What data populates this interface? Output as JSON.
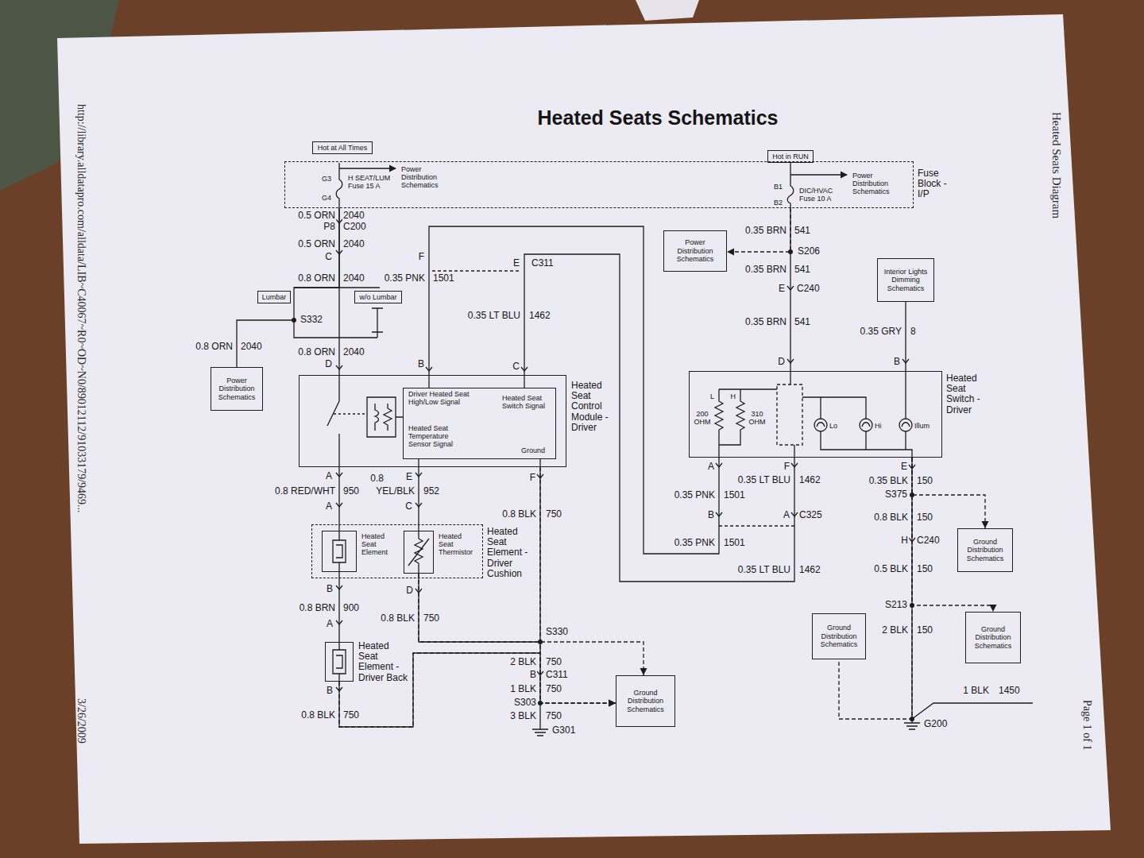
{
  "diagram": {
    "title": "Heated Seats Schematics",
    "nodes": [
      {
        "text": [
          "Hot at All Times"
        ]
      },
      {
        "text": [
          "Hot in RUN"
        ]
      },
      {
        "text": [
          "Fuse Block - I/P"
        ]
      },
      {
        "text": [
          "Power Distribution Schematics"
        ]
      },
      {
        "text": [
          "Interior Lights Dimming Schematics"
        ]
      },
      {
        "text": [
          "Lumbar"
        ]
      },
      {
        "text": [
          "w/o Lumbar"
        ]
      },
      {
        "text": [
          "Power Distribution Schematics"
        ]
      },
      {
        "text": [
          "Heated Seat Control Module - Driver"
        ]
      },
      {
        "text": [
          "Driver Heated Seat High/Low Signal",
          "Heated Seat Temperature Sensor Signal",
          "Heated Seat Switch Signal",
          "Ground"
        ],
        "in": 8
      },
      {
        "text": [
          "Heated Seat Switch - Driver"
        ]
      },
      {
        "text": [
          "Heated Seat Element - Driver Cushion"
        ]
      },
      {
        "text": [
          "Heated Seat Element"
        ],
        "in": 11
      },
      {
        "text": [
          "Heated Seat Thermistor"
        ],
        "in": 11
      },
      {
        "text": [
          "Ground Distribution Schematics"
        ]
      },
      {
        "text": [
          "Heated Seat Element - Driver Back"
        ]
      },
      {
        "text": [
          "Ground Distribution Schematics"
        ]
      },
      {
        "text": [
          "Ground Distribution Schematics"
        ]
      },
      {
        "text": [
          "Ground Distribution Schematics"
        ]
      }
    ],
    "edges": [
      {
        "from": 2,
        "to": 8,
        "arrow": "none"
      },
      {
        "from": 2,
        "to": 7,
        "arrow": "none"
      },
      {
        "from": 8,
        "to": 10,
        "arrow": "none"
      },
      {
        "from": 8,
        "to": 10,
        "arrow": "none"
      },
      {
        "from": 8,
        "to": 12,
        "arrow": "none"
      },
      {
        "from": 8,
        "to": 13,
        "arrow": "none"
      },
      {
        "from": 8,
        "to": 18,
        "arrow": "to"
      },
      {
        "from": 13,
        "to": 18,
        "arrow": "to"
      },
      {
        "from": 12,
        "to": 15,
        "arrow": "none"
      },
      {
        "from": 15,
        "to": 18,
        "arrow": "to"
      },
      {
        "from": 2,
        "to": 10,
        "arrow": "none"
      },
      {
        "from": 2,
        "to": 3,
        "arrow": "to"
      },
      {
        "from": 4,
        "to": 10,
        "arrow": "none"
      },
      {
        "from": 10,
        "to": 14,
        "arrow": "to"
      },
      {
        "from": 10,
        "to": 17,
        "arrow": "to"
      },
      {
        "from": 10,
        "to": 16,
        "arrow": "none"
      }
    ],
    "labels": [
      "G3",
      "H SEAT/LUM Fuse 15 A",
      "G4",
      "Power Distribution Schematics",
      "B1",
      "DIC/HVAC Fuse 10 A",
      "B2",
      "Power Distribution Schematics",
      "0.5 ORN",
      "2040",
      "P8",
      "C200",
      "0.5 ORN",
      "2040",
      "C",
      "F",
      "E",
      "C311",
      "0.8 ORN",
      "2040",
      "0.35 PNK",
      "1501",
      "S332",
      "0.35 LT BLU",
      "1462",
      "0.8 ORN",
      "2040",
      "0.8 ORN",
      "2040",
      "D",
      "B",
      "C",
      "A",
      "0.8 RED/WHT",
      "950",
      "A",
      "0.8",
      "YEL/BLK",
      "E",
      "952",
      "C",
      "F",
      "0.8 BLK",
      "750",
      "B",
      "0.8 BRN",
      "900",
      "A",
      "D",
      "0.8 BLK",
      "750",
      "S330",
      "2 BLK",
      "750",
      "B",
      "C311",
      "1 BLK",
      "750",
      "S303",
      "3 BLK",
      "750",
      "G301",
      "B",
      "0.8 BLK",
      "750",
      "0.35 BRN",
      "541",
      "S206",
      "0.35 BRN",
      "541",
      "E",
      "C240",
      "0.35 BRN",
      "541",
      "0.35 GRY",
      "8",
      "D",
      "B",
      "L",
      "H",
      "200 OHM",
      "310 OHM",
      "Lo",
      "Hi",
      "Illum",
      "A",
      "F",
      "0.35 LT BLU",
      "1462",
      "0.35 PNK",
      "1501",
      "B",
      "A",
      "C325",
      "0.35 PNK",
      "1501",
      "0.35 LT BLU",
      "1462",
      "E",
      "0.35 BLK",
      "150",
      "S375",
      "0.8 BLK",
      "150",
      "H",
      "C240",
      "0.5 BLK",
      "150",
      "S213",
      "2 BLK",
      "150",
      "1 BLK",
      "1450",
      "G200",
      "http://library.alldatapro.com/alldata/LIB~C40067~R0~OD~N0/89012112/91033179/9469...",
      "3/26/2009",
      "Heated Seats Diagram",
      "Page 1 of 1"
    ]
  }
}
